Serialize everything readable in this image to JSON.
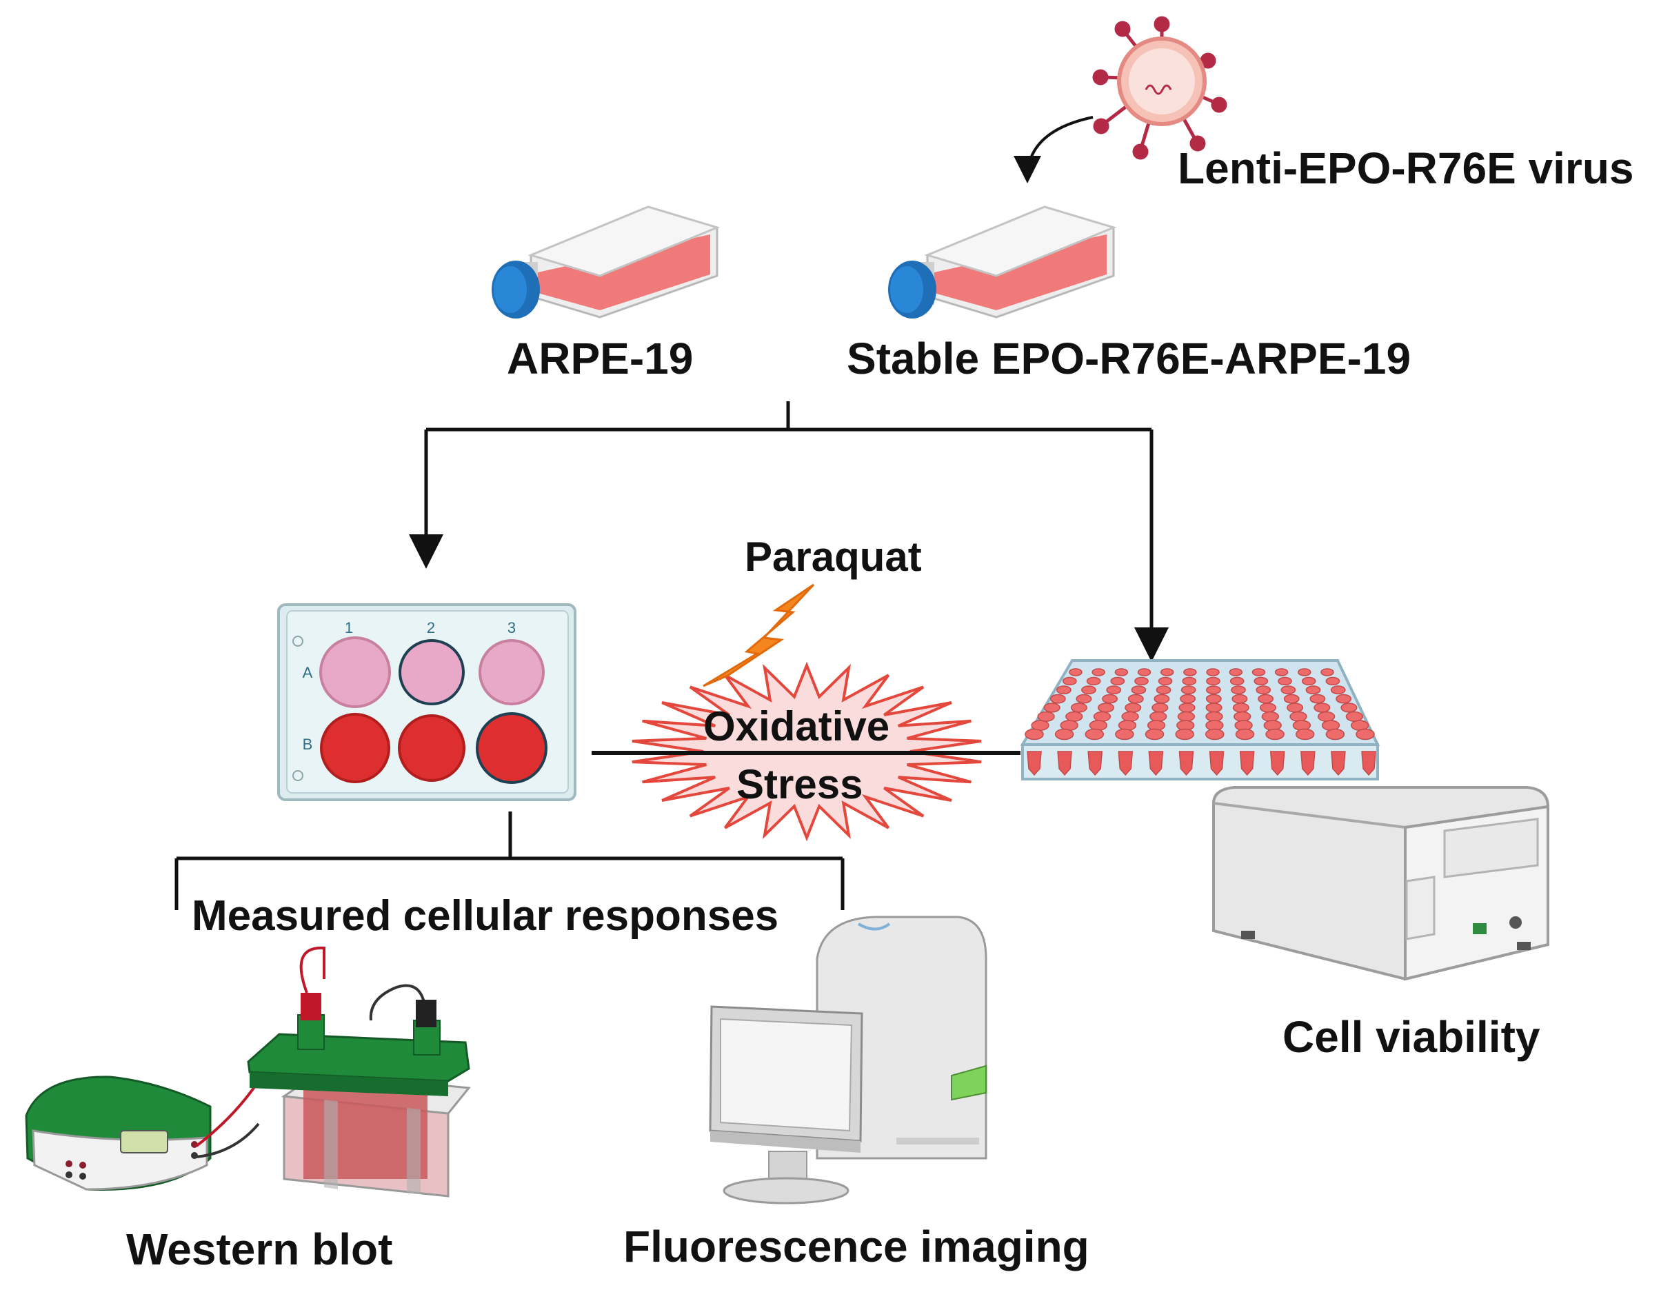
{
  "labels": {
    "virus": "Lenti-EPO-R76E virus",
    "arpe": "ARPE-19",
    "stable": "Stable EPO-R76E-ARPE-19",
    "paraquat": "Paraquat",
    "oxidative": "Oxidative",
    "stress": "Stress",
    "measured": "Measured cellular responses",
    "western": "Western blot",
    "fluorescence": "Fluorescence imaging",
    "viability": "Cell viability"
  },
  "plate6": {
    "columns": [
      "1",
      "2",
      "3"
    ],
    "rows": [
      "A",
      "B"
    ]
  },
  "colors": {
    "flask_cap": "#1e6fb8",
    "media": "#f07a7a",
    "well_light": "#e8a9c9",
    "well_dark": "#dd2f2f",
    "bolt": "#f5861f",
    "starburst": "#fbdcdc",
    "western_green": "#1f8a3a"
  }
}
